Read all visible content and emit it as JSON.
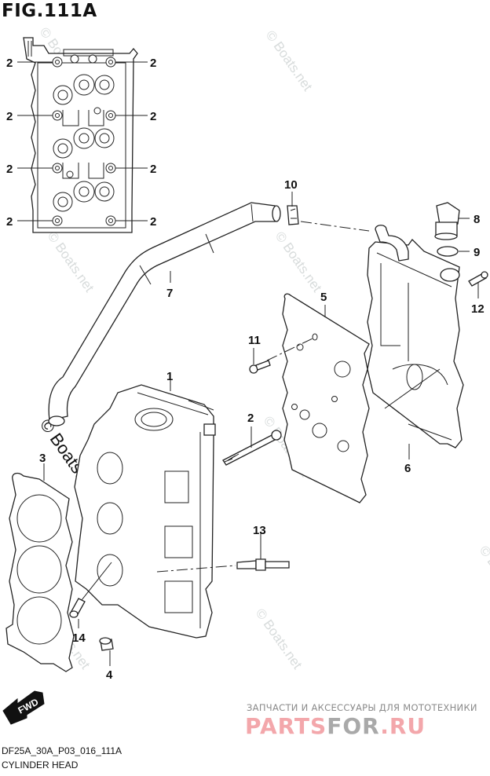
{
  "figure": {
    "title": "FIG.111A",
    "code": "DF25A_30A_P03_016_111A",
    "name": "CYLINDER HEAD"
  },
  "callouts": {
    "head_bolts": [
      "2",
      "2",
      "2",
      "2",
      "2",
      "2",
      "2",
      "2"
    ],
    "cylinder_head": "1",
    "bolt": "2",
    "head_gasket": "3",
    "dowel_pin": "4",
    "cover_gasket": "5",
    "head_cover": "6",
    "breather_hose": "7",
    "oil_filler_cap": "8",
    "o_ring": "9",
    "clip": "10",
    "bolt_small": "11",
    "bolt_cover": "12",
    "spark_plug": "13",
    "sleeve": "14"
  },
  "icons": {
    "fwd_arrow": "FWD"
  },
  "watermark": {
    "text": "© Boats.net"
  },
  "brand": {
    "tagline": "ЗАПЧАСТИ И АКСЕССУАРЫ ДЛЯ МОТОТЕХНИКИ",
    "part1": "PARTS",
    "part2": "FOR",
    "part3": ".RU",
    "colors": {
      "pink": "#f3a7ab",
      "gray": "#a9a9a9"
    }
  }
}
